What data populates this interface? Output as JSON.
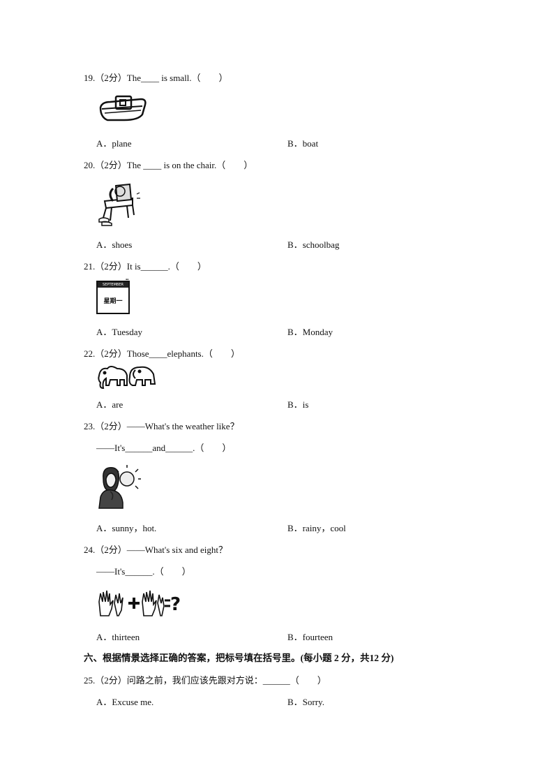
{
  "questions": [
    {
      "num": "19",
      "line": "19.（2分）The____ is small.（　　）",
      "A": "A．plane",
      "B": "B．boat",
      "picture": "boat-picture"
    },
    {
      "num": "20",
      "line": "20.（2分）The ____ is on the chair.（　　）",
      "A": "A．shoes",
      "B": "B．schoolbag",
      "picture": "schoolbag-on-chair-picture"
    },
    {
      "num": "21",
      "line": "21.（2分）It is______.（　　）",
      "A": "A．Tuesday",
      "B": "B．Monday",
      "picture": "calendar-picture",
      "calendar_header": "SEPTEMBER",
      "calendar_day": "星期一"
    },
    {
      "num": "22",
      "line": "22.（2分）Those____elephants.（　　）",
      "A": "A．are",
      "B": "B．is",
      "picture": "elephants-picture"
    },
    {
      "num": "23",
      "line": "23.（2分）——What's the weather like？",
      "line2": "——It's______and______.（　　）",
      "A": "A．sunny，hot.",
      "B": "B．rainy，cool",
      "picture": "girl-sun-picture"
    },
    {
      "num": "24",
      "line": "24.（2分）——What's six and eight？",
      "line2": "——It's______.（　　）",
      "A": "A．thirteen",
      "B": "B．fourteen",
      "picture": "fingers-math-picture"
    }
  ],
  "section_six": "六、根据情景选择正确的答案，把标号填在括号里。(每小题 2 分，共12 分)",
  "q25": {
    "line": "25.（2分）问路之前，我们应该先跟对方说：______（　　）",
    "A": "A．Excuse me.",
    "B": "B．Sorry."
  }
}
